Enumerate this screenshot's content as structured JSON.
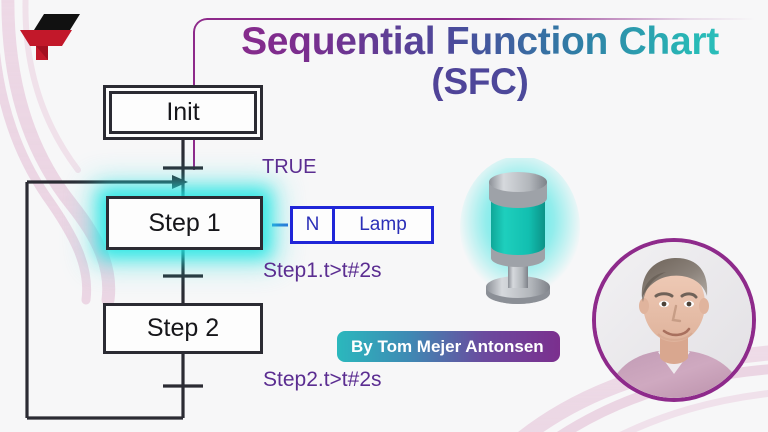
{
  "background": {
    "color": "#f7f7f8",
    "swoosh_color": "#d8a9c6"
  },
  "logo": {
    "name": "stylized-t-logo",
    "red": "#c2182a",
    "black": "#111111"
  },
  "title": {
    "line1": "Sequential Function Chart",
    "line2": "(SFC)",
    "gradient_start": "#8e2a8b",
    "gradient_end": "#2fc4c0",
    "frame_color": "#8e2a8b"
  },
  "diagram": {
    "type": "sequential-function-chart",
    "steps": [
      {
        "id": "init",
        "label": "Init",
        "initial": true,
        "highlighted": false
      },
      {
        "id": "step1",
        "label": "Step 1",
        "initial": false,
        "highlighted": true
      },
      {
        "id": "step2",
        "label": "Step 2",
        "initial": false,
        "highlighted": false
      }
    ],
    "transitions": [
      {
        "id": "t0",
        "label": "TRUE",
        "after_step": "init"
      },
      {
        "id": "t1",
        "label": "Step1.t>t#2s",
        "after_step": "step1"
      },
      {
        "id": "t2",
        "label": "Step2.t>t#2s",
        "after_step": "step2"
      }
    ],
    "action": {
      "qualifier": "N",
      "name": "Lamp",
      "attached_to": "step1",
      "border_color": "#1f26d8",
      "text_color": "#2b2fb8"
    },
    "colors": {
      "line": "#2b2b33",
      "box_fill": "#fdfdfd",
      "label_text": "#5b2d91",
      "glow": "#1fe7e4"
    },
    "loop_back": "from below Step 2 back up to above Step 1"
  },
  "lamp": {
    "name": "tower-lamp-indicator",
    "state": "on",
    "body_color": "#16bfae",
    "cap_color": "#b6b9bd",
    "glow_color": "#2ee8e4"
  },
  "author_badge": {
    "text": "By Tom Mejer Antonsen",
    "gradient_start": "#2bb8bd",
    "gradient_end": "#7b2f8e",
    "text_color": "#ffffff"
  },
  "avatar": {
    "name": "author-portrait",
    "ring_color": "#8e2a8b"
  }
}
